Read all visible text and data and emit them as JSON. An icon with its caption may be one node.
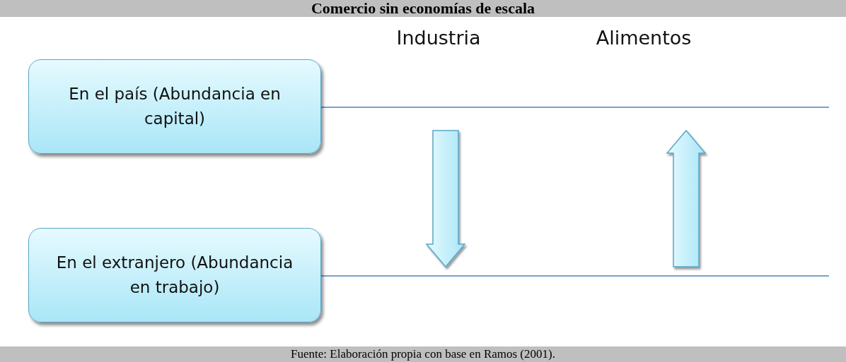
{
  "diagram": {
    "title": "Comercio sin economías de escala",
    "nodes": [
      {
        "text": [
          "En el país (Abundancia en capital)"
        ]
      },
      {
        "text": [
          "En el extranjero (Abundancia en trabajo)"
        ]
      }
    ],
    "labels": [
      "Industria",
      "Alimentos"
    ],
    "caption": "Fuente: Elaboración propia con base en Ramos (2001)."
  }
}
